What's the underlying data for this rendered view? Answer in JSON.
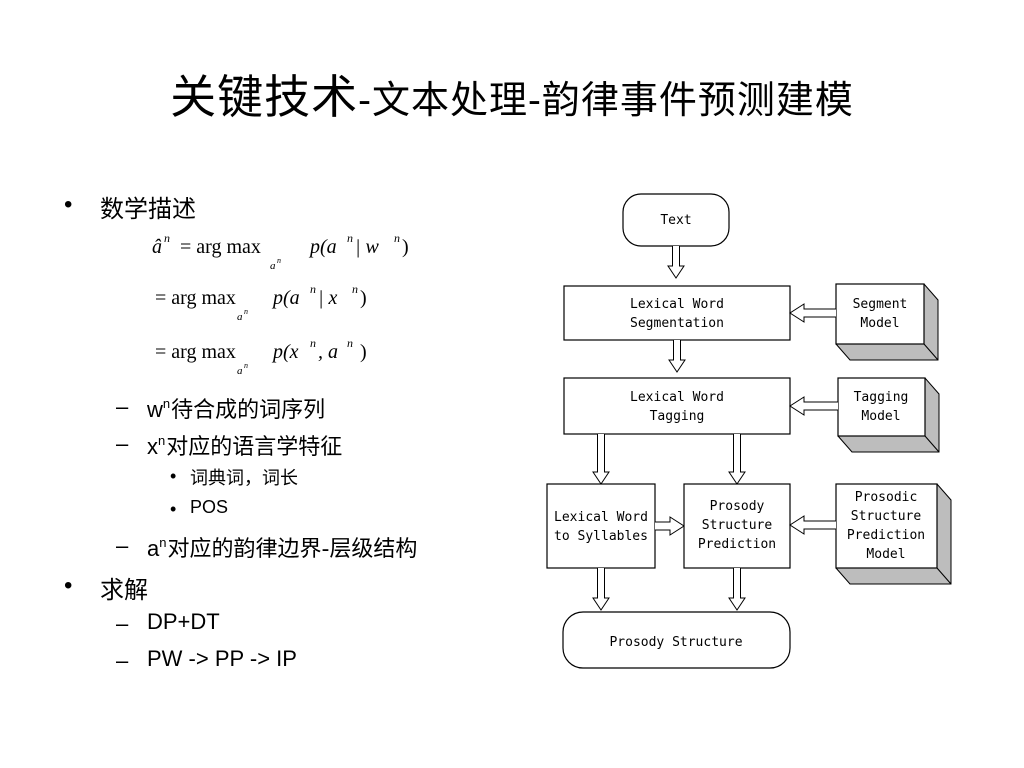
{
  "title": {
    "main": "关键技术",
    "rest": "-文本处理-韵律事件预测建模"
  },
  "bullets": {
    "b1": {
      "marker": "•",
      "text": "数学描述"
    },
    "sub1": {
      "marker": "–",
      "var": "w",
      "sup": "n",
      "text": "待合成的词序列"
    },
    "sub2": {
      "marker": "–",
      "var": "x",
      "sup": "n",
      "text": "对应的语言学特征"
    },
    "subsub1": {
      "marker": "•",
      "text": "词典词，词长"
    },
    "subsub2": {
      "marker": "•",
      "text": "POS"
    },
    "sub3": {
      "marker": "–",
      "var": "a",
      "sup": "n",
      "text": "对应的韵律边界-层级结构"
    },
    "b2": {
      "marker": "•",
      "text": "求解"
    },
    "sub4": {
      "marker": "–",
      "text": "DP+DT"
    },
    "sub5": {
      "marker": "–",
      "text": "PW -> PP -> IP"
    }
  },
  "equation": {
    "line1": {
      "lhs": "â",
      "lhs_sup": "n",
      "eq": "= arg max",
      "sub": "a",
      "sub_sup": "n",
      "rhs": "p(a",
      "rhs_sup": "n",
      "rhs2": " | w",
      "rhs2_sup": "n",
      "close": ")"
    },
    "line2": {
      "eq": "= arg max",
      "sub": "a",
      "sub_sup": "n",
      "rhs": "p(a",
      "rhs_sup": "n",
      "rhs2": " | x",
      "rhs2_sup": "n",
      "close": ")"
    },
    "line3": {
      "eq": "= arg max",
      "sub": "a",
      "sub_sup": "n",
      "rhs": "p(x",
      "rhs_sup": "n",
      "rhs2": ", a",
      "rhs2_sup": "n",
      "close": ")"
    }
  },
  "flowchart": {
    "text": "Text",
    "seg_line1": "Lexical Word",
    "seg_line2": "Segmentation",
    "segment_model_1": "Segment",
    "segment_model_2": "Model",
    "tag_line1": "Lexical Word",
    "tag_line2": "Tagging",
    "tagging_model_1": "Tagging",
    "tagging_model_2": "Model",
    "syl_line1": "Lexical Word",
    "syl_line2": "to Syllables",
    "psp_line1": "Prosody",
    "psp_line2": "Structure",
    "psp_line3": "Prediction",
    "psm_line1": "Prosodic",
    "psm_line2": "Structure",
    "psm_line3": "Prediction",
    "psm_line4": "Model",
    "output": "Prosody Structure"
  }
}
